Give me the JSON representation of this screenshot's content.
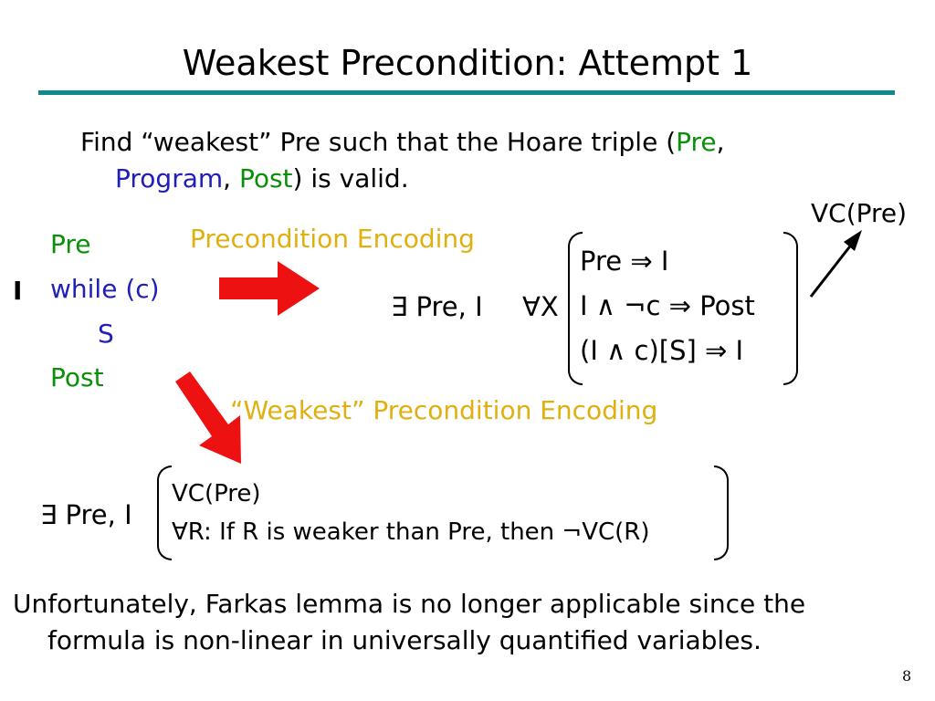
{
  "slide": {
    "title": "Weakest Precondition: Attempt 1",
    "page_number": "8"
  },
  "intro": {
    "line1_prefix": "Find “weakest” Pre such that the Hoare triple (",
    "pre": "Pre",
    "comma1": ",",
    "program": "Program",
    "comma2": ", ",
    "post": "Post",
    "line2_suffix": ") is valid."
  },
  "program_block": {
    "invariant": "I",
    "pre": "Pre",
    "while": "while (c)",
    "body": "S",
    "post": "Post"
  },
  "labels": {
    "precondition_encoding": "Precondition Encoding",
    "weakest_encoding": "“Weakest” Precondition Encoding",
    "vc_pre": "VC(Pre)"
  },
  "encoding1": {
    "exists": "∃ Pre, I",
    "forall": "∀X",
    "lines": [
      "Pre ⇒ I",
      "I ∧ ¬c ⇒ Post",
      "(I ∧ c)[S] ⇒ I"
    ]
  },
  "encoding2": {
    "exists": "∃ Pre, I",
    "lines": [
      "VC(Pre)",
      "∀R: If R is weaker than Pre, then ¬VC(R)"
    ]
  },
  "conclusion": {
    "line1": "Unfortunately, Farkas lemma is no longer applicable since the",
    "line2": "formula is non-linear in universally quantified variables."
  },
  "colors": {
    "teal_rule": "#0e8a8a",
    "green": "#0a8f0a",
    "blue": "#2020b8",
    "yellow": "#e0b010",
    "red_arrow": "#ee1111"
  }
}
